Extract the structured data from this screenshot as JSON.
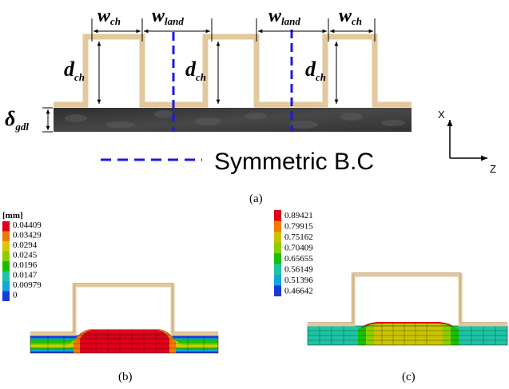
{
  "panel_a": {
    "labels": {
      "w_ch_1": {
        "main": "w",
        "sub": "ch"
      },
      "w_land_1": {
        "main": "w",
        "sub": "land"
      },
      "w_land_2": {
        "main": "w",
        "sub": "land"
      },
      "w_ch_2": {
        "main": "w",
        "sub": "ch"
      },
      "d_ch_1": {
        "main": "d",
        "sub": "ch"
      },
      "d_ch_2": {
        "main": "d",
        "sub": "ch"
      },
      "d_ch_3": {
        "main": "d",
        "sub": "ch"
      },
      "delta_gdl": {
        "main": "δ",
        "sub": "gdl"
      }
    },
    "axes": {
      "x": "X",
      "z": "Z"
    },
    "legend": "Symmetric B.C",
    "caption": "(a)",
    "colors": {
      "bipolar_plate": "#e2c89c",
      "gdl": "#3c3c3c",
      "symmetry_line": "#1a1ae6"
    }
  },
  "panel_b": {
    "unit": "[mm]",
    "legend_values": [
      "0.04409",
      "0.03429",
      "0.0294",
      "0.0245",
      "0.0196",
      "0.0147",
      "0.00979",
      "0"
    ],
    "legend_colors": [
      "#e0001b",
      "#f07a00",
      "#d8c800",
      "#8ad000",
      "#17c100",
      "#1ec4a4",
      "#12a6dc",
      "#1a3ad8"
    ],
    "caption": "(b)"
  },
  "panel_c": {
    "legend_values": [
      "0.89421",
      "0.79915",
      "0.75162",
      "0.70409",
      "0.65655",
      "0.56149",
      "0.51396",
      "0.46642"
    ],
    "legend_colors": [
      "#e0001b",
      "#f07a00",
      "#c9c400",
      "#8ad000",
      "#17c100",
      "#1ec4a4",
      "#12a6dc",
      "#1a3ad8"
    ],
    "caption": "(c)"
  }
}
